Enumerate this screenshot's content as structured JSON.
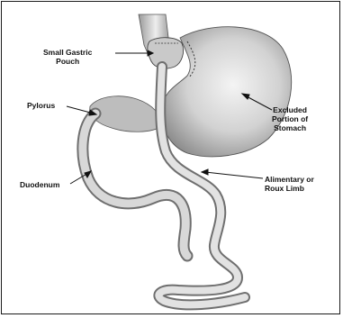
{
  "labels": {
    "small_gastric_pouch_line1": "Small Gastric",
    "small_gastric_pouch_line2": "Pouch",
    "pylorus": "Pylorus",
    "excluded_line1": "Excluded",
    "excluded_line2": "Portion of",
    "excluded_line3": "Stomach",
    "duodenum": "Duodenum",
    "alimentary_line1": "Alimentary or",
    "alimentary_line2": "Roux Limb"
  }
}
